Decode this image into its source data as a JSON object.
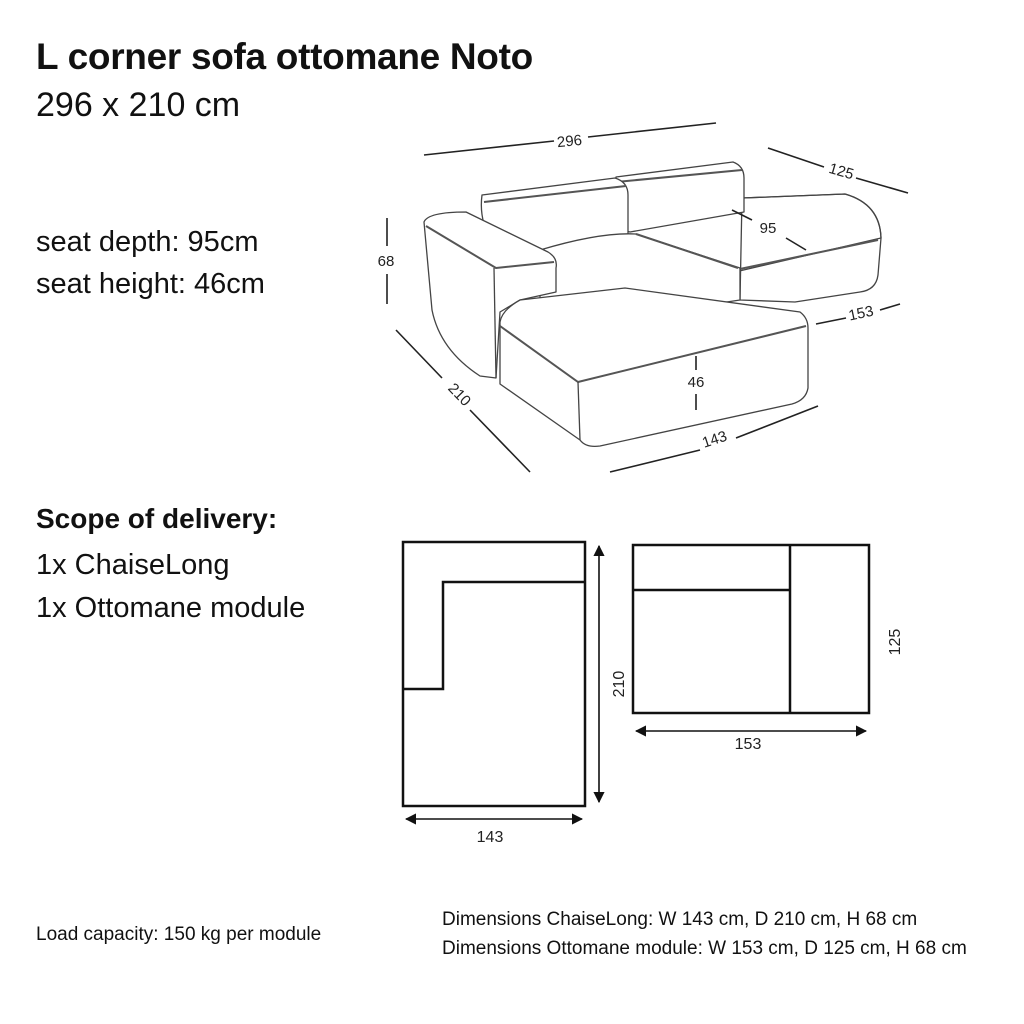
{
  "header": {
    "title": "L corner sofa ottomane Noto",
    "subtitle": "296 x 210 cm"
  },
  "specs": {
    "seat_depth": "seat depth: 95cm",
    "seat_height": "seat height: 46cm"
  },
  "scope": {
    "heading": "Scope of delivery:",
    "items": [
      "1x ChaiseLong",
      "1x Ottomane module"
    ]
  },
  "footer": {
    "load_capacity": "Load capacity: 150 kg per module",
    "dims_chaiselong": "Dimensions ChaiseLong: W 143 cm, D 210 cm, H 68 cm",
    "dims_ottomane": "Dimensions Ottomane module: W 153 cm, D 125 cm, H 68 cm"
  },
  "iso_dims": {
    "width": "296",
    "ottoman_depth": "125",
    "seat_depth": "95",
    "height": "68",
    "ottoman_width": "153",
    "depth": "210",
    "seat_height": "46",
    "chaise_width": "143"
  },
  "plan_dims": {
    "chaise_depth": "210",
    "chaise_width": "143",
    "ottoman_depth": "125",
    "ottoman_width": "153"
  }
}
